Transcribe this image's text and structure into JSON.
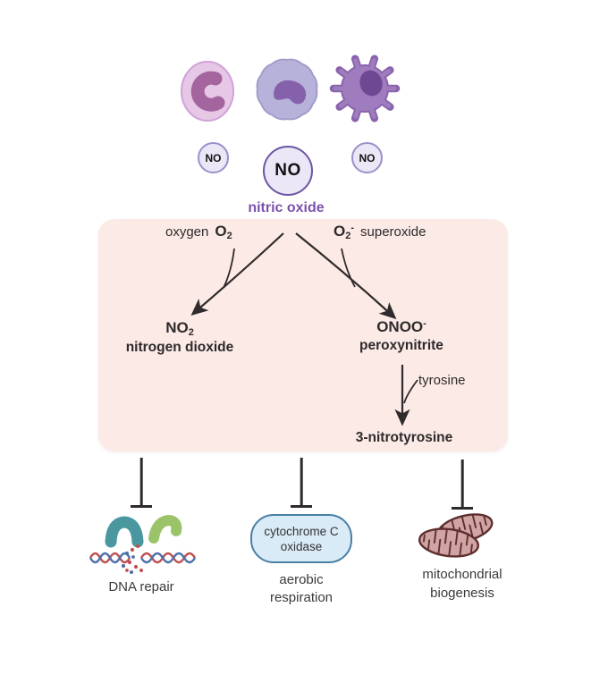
{
  "molecules": {
    "no_left": "NO",
    "no_center": "NO",
    "no_right": "NO",
    "nitric_oxide_label": "nitric oxide"
  },
  "reaction": {
    "left_reactant": {
      "word": "oxygen",
      "symbol": "O",
      "sub": "2"
    },
    "right_reactant": {
      "symbol": "O",
      "sub": "2",
      "sup": "-",
      "word": "superoxide"
    },
    "left_product": {
      "formula": "NO",
      "sub": "2",
      "name": "nitrogen dioxide"
    },
    "right_product": {
      "formula": "ONOO",
      "sup": "-",
      "name": "peroxynitrite"
    },
    "tyrosine": "tyrosine",
    "final_product": "3-nitrotyrosine"
  },
  "targets": {
    "dna": {
      "label": "DNA repair"
    },
    "respiration": {
      "box_line1": "cytochrome C",
      "box_line2": "oxidase",
      "label_line1": "aerobic",
      "label_line2": "respiration"
    },
    "mitochondria": {
      "label_line1": "mitochondrial",
      "label_line2": "biogenesis"
    }
  },
  "icons": {
    "cells": [
      "monocyte-cell-icon",
      "macrophage-cell-icon",
      "dendritic-cell-icon"
    ],
    "inhibition": "t-bar-inhibition-icon",
    "dna_damage": "damaged-dna-icon",
    "mitochondria": "mitochondria-icon"
  },
  "colors": {
    "background": "#ffffff",
    "reaction-box": "#fbeae6",
    "accent-purple": "#7c52ae",
    "arrow": "#2f2a2b",
    "no-circle-fill": "#ebe7f6",
    "no-circle-border": "#6d55a3",
    "no-circle-border-light": "#9a90c9",
    "cell1-fill": "#e6c7e6",
    "cell1-stroke": "#cfa3d8",
    "cell1-nucleus": "#a4659f",
    "cell2-fill": "#b7b2d9",
    "cell2-stroke": "#a29cc9",
    "cell2-nucleus": "#8661ab",
    "cell3-fill": "#9f7cbd",
    "cell3-stroke": "#8a63ad",
    "cell3-nucleus": "#6f4894",
    "pill-fill": "#d9ebf7",
    "pill-border": "#4a7fa5",
    "protein-teal": "#4b97a0",
    "protein-green": "#9bc46a",
    "dna-red": "#c05050",
    "dna-blue": "#4d6faa",
    "mito-fill": "#cfa4a2",
    "mito-stroke": "#5e2f2e"
  }
}
